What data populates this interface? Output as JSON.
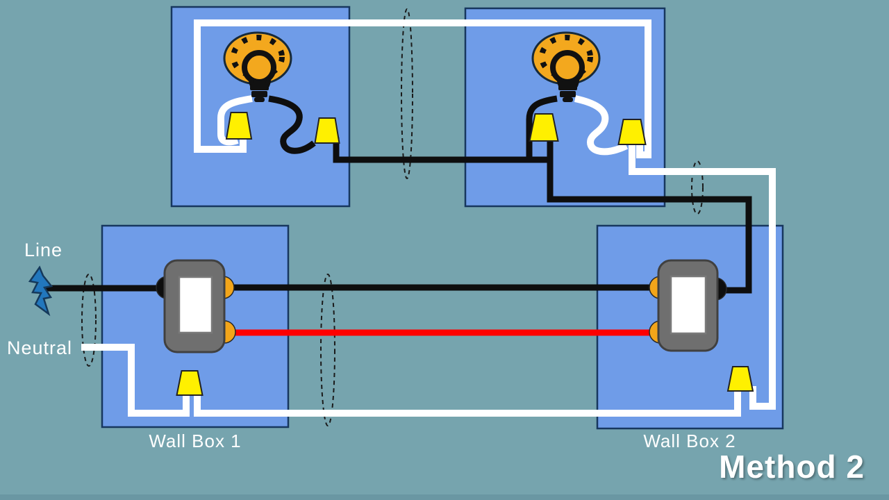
{
  "title": "Method 2",
  "labels": {
    "line": "Line",
    "neutral": "Neutral",
    "wall_box_1": "Wall Box 1",
    "wall_box_2": "Wall Box 2"
  },
  "colors": {
    "background": "#76a4ae",
    "bottom_bar": "#6a97a3",
    "box_fill": "#6f9ce8",
    "box_border": "#17375e",
    "wire_white": "#ffffff",
    "wire_black": "#0e0e0e",
    "wire_red": "#ff0000",
    "nut_yellow": "#fff000",
    "terminal_orange": "#f2a51a",
    "switch_gray": "#6f6f6f",
    "switch_border": "#404040",
    "toggle_white": "#ffffff",
    "toggle_border": "#7a7a7a",
    "bulb_orange": "#f3a81e",
    "bulb_outline": "#111111",
    "bolt_blue": "#2277bd",
    "bolt_outline": "#15395b",
    "cable_marker": "#1a1a1a",
    "label_text": "#ffffff"
  }
}
